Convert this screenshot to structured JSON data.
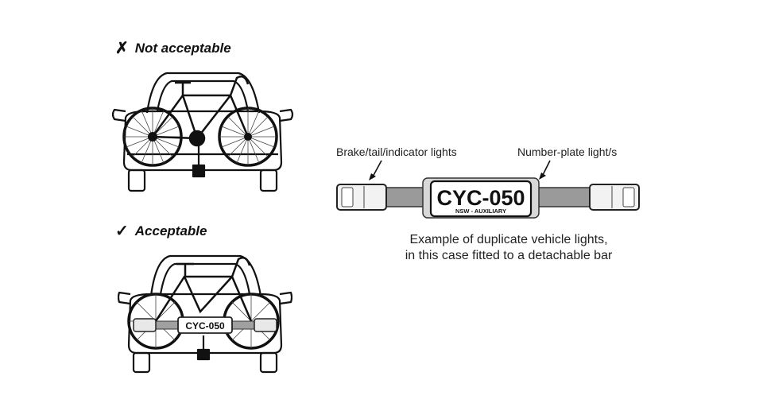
{
  "headings": {
    "not_acceptable": {
      "mark": "✗",
      "label": "Not acceptable"
    },
    "acceptable": {
      "mark": "✓",
      "label": "Acceptable"
    }
  },
  "callouts": {
    "brake_lights": "Brake/tail/indicator lights",
    "plate_light": "Number-plate light/s"
  },
  "plate": {
    "number": "CYC-050",
    "subtext": "NSW - AUXILIARY"
  },
  "caption": {
    "line1": "Example of duplicate vehicle lights,",
    "line2": "in this case fitted to a detachable bar"
  },
  "icons": [
    "cross-icon",
    "check-icon",
    "arrow-icon"
  ]
}
